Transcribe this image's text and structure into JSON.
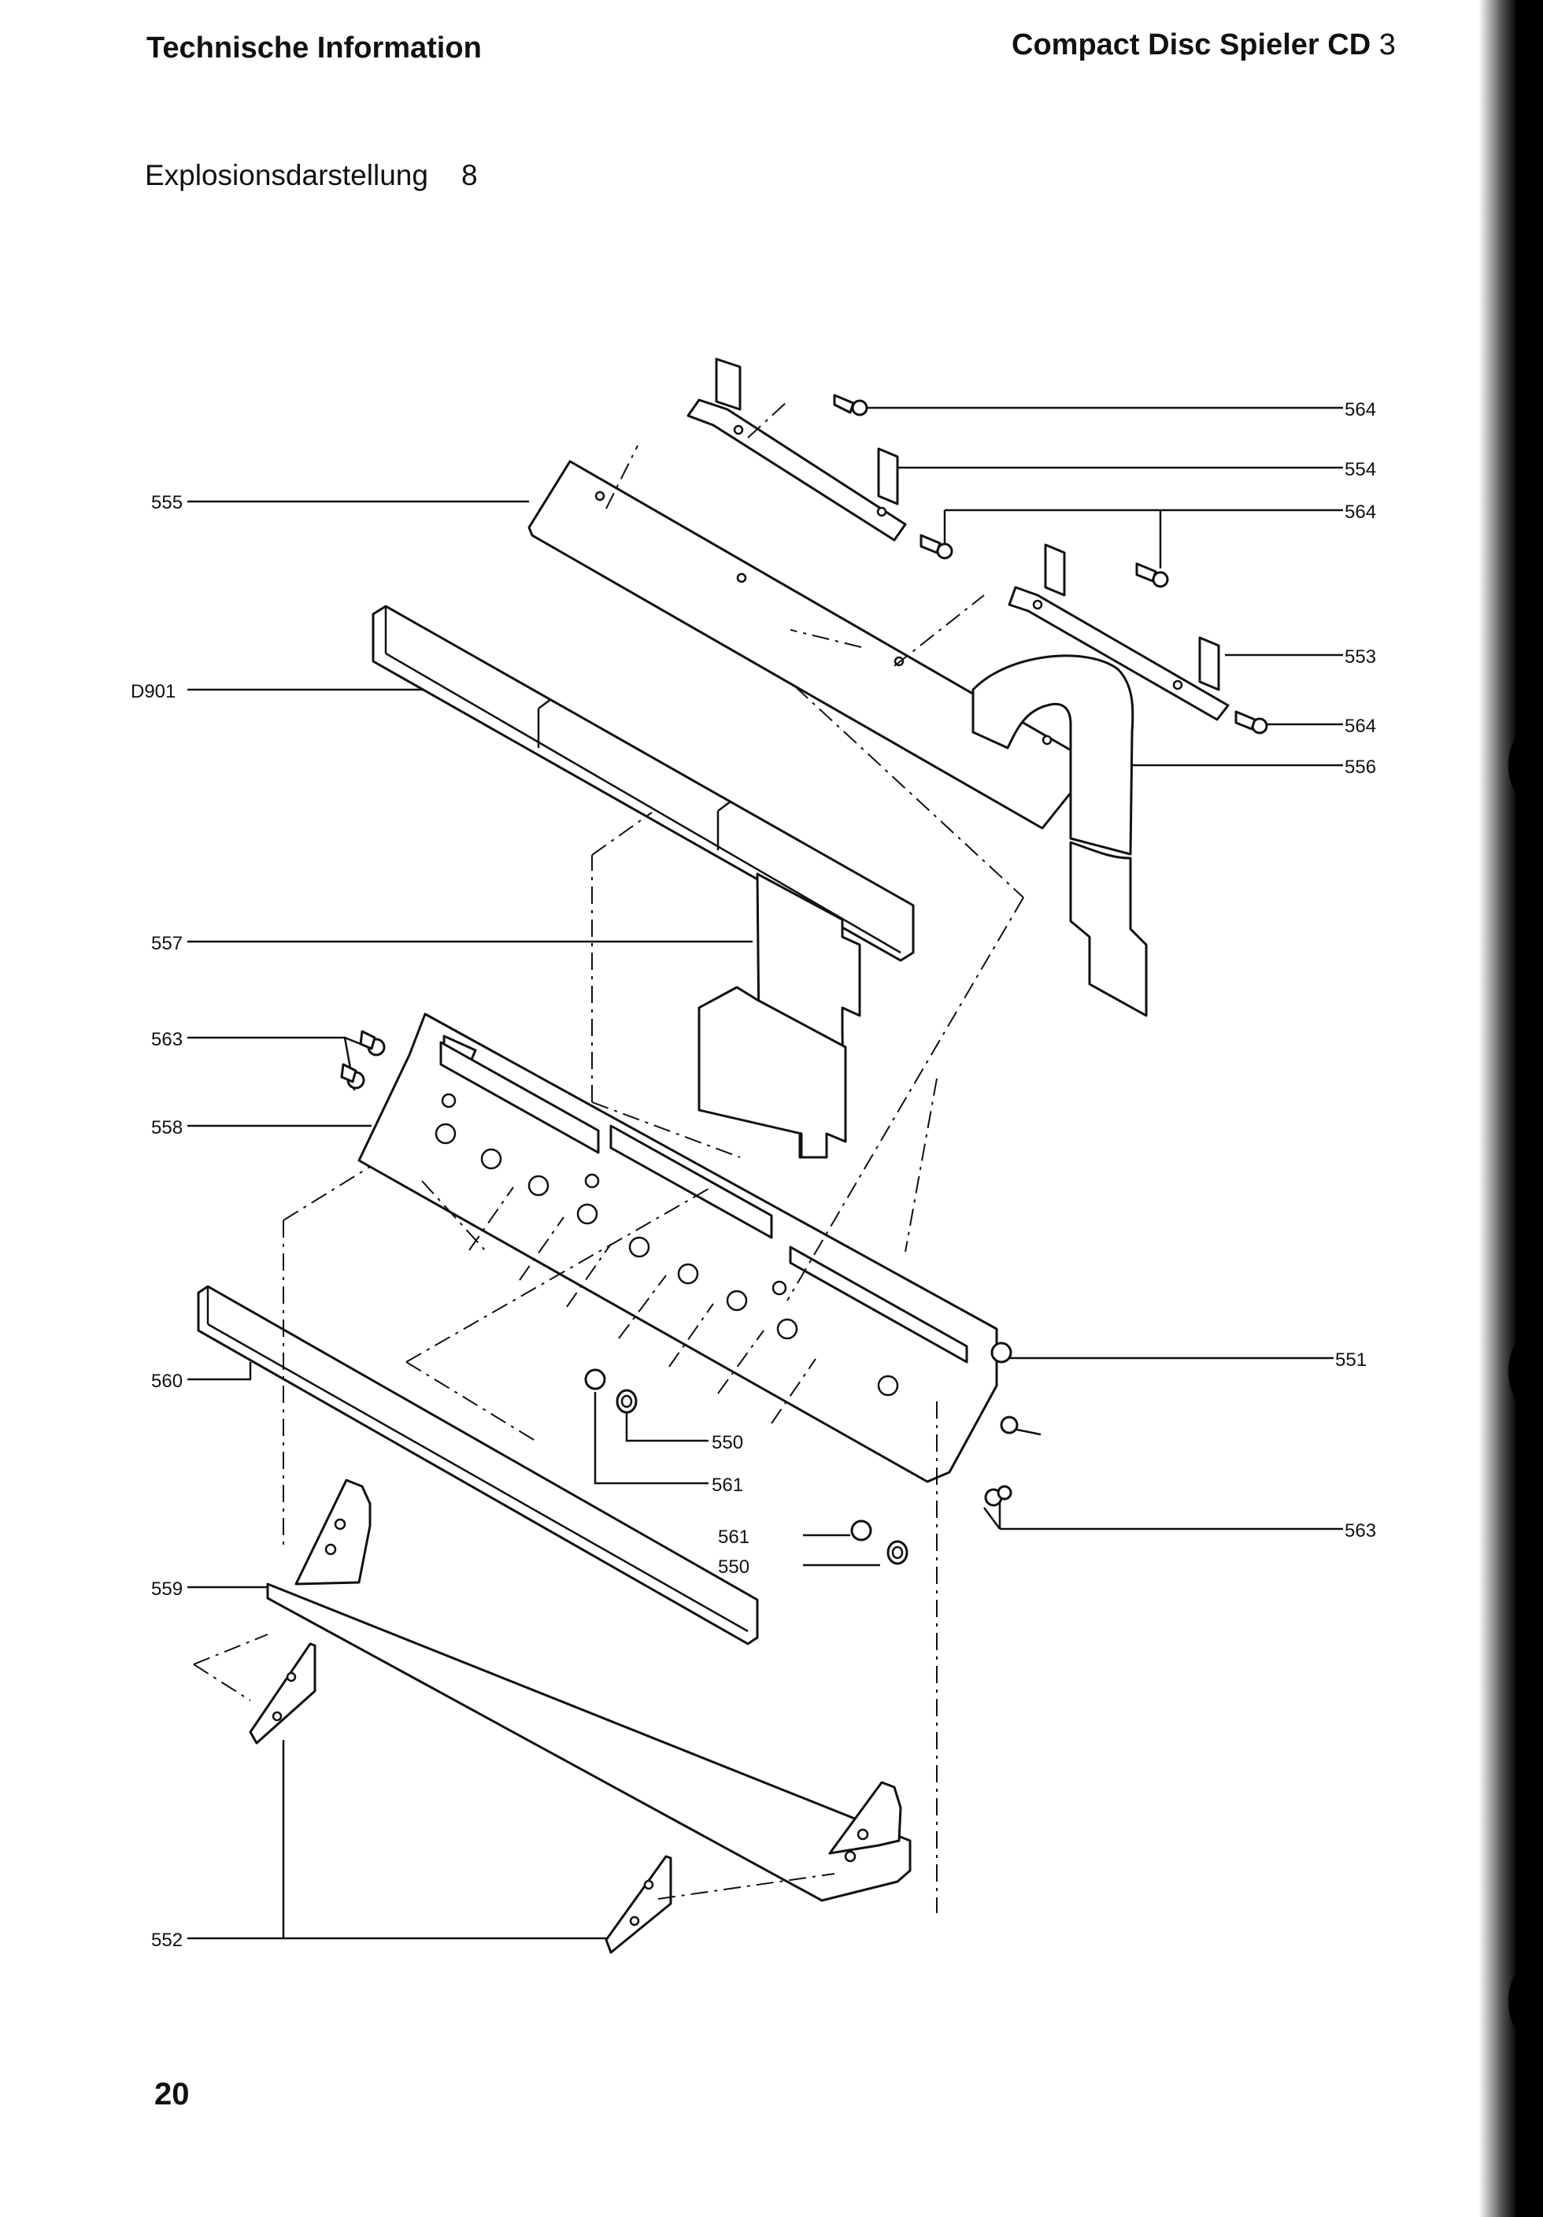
{
  "header": {
    "left_title": "Technische Information",
    "right_title": "Compact Disc Spieler CD",
    "right_suffix": "3"
  },
  "section": {
    "title": "Explosionsdarstellung",
    "number": "8"
  },
  "callouts_left": [
    "555",
    "D901",
    "557",
    "563",
    "558",
    "560",
    "559",
    "552"
  ],
  "callouts_right": [
    "564",
    "554",
    "564",
    "553",
    "564",
    "556",
    "551",
    "563"
  ],
  "callouts_center": [
    "550",
    "561",
    "561",
    "550"
  ],
  "page_number": "20"
}
